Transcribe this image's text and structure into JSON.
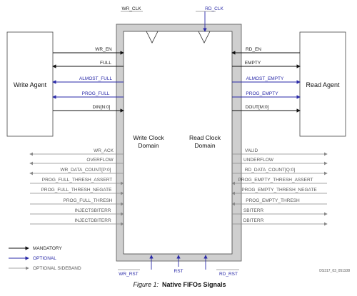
{
  "agents": {
    "write": "Write Agent",
    "read": "Read Agent"
  },
  "clocks": {
    "wr_clk": "WR_CLK",
    "rd_clk": "RD_CLK"
  },
  "domains": {
    "write": [
      "Write Clock",
      "Domain"
    ],
    "read": [
      "Read Clock",
      "Domain"
    ]
  },
  "mandatory_left": [
    "WR_EN",
    "FULL",
    "ALMOST_FULL",
    "PROG_FULL",
    "DIN[N:0]"
  ],
  "mandatory_right": [
    "RD_EN",
    "EMPTY",
    "ALMOST_EMPTY",
    "PROG_EMPTY",
    "DOUT[M:0]"
  ],
  "sideband_left": [
    "WR_ACK",
    "OVERFLOW",
    "WR_DATA_COUNT[P:0]",
    "PROG_FULL_THRESH_ASSERT",
    "PROG_FULL_THRESH_NEGATE",
    "PROG_FULL_THRESH",
    "INJECTSBITERR",
    "INJECTDBITERR"
  ],
  "sideband_right": [
    "VALID",
    "UNDERFLOW",
    "RD_DATA_COUNT[Q:0]",
    "PROG_EMPTY_THRESH_ASSERT",
    "PROG_EMPTY_THRESH_NEGATE",
    "PROG_EMPTY_THRESH",
    "SBITERR",
    "DBITERR"
  ],
  "bottom": {
    "wr_rst": "WR_RST",
    "rst": "RST",
    "rd_rst": "RD_RST"
  },
  "legend": [
    "MANDATORY",
    "OPTIONAL",
    "OPTIONAL SIDEBAND"
  ],
  "figure_id": "DS317_03_051108",
  "caption": {
    "label": "Figure 1:",
    "title": "Native FIFOs Signals"
  },
  "colors": {
    "mandatory": "#111111",
    "optional": "#2a2aa8",
    "sideband": "#8a8a8a",
    "fifo_fill": "#cfcfcf",
    "fifo_inner": "#ffffff"
  }
}
